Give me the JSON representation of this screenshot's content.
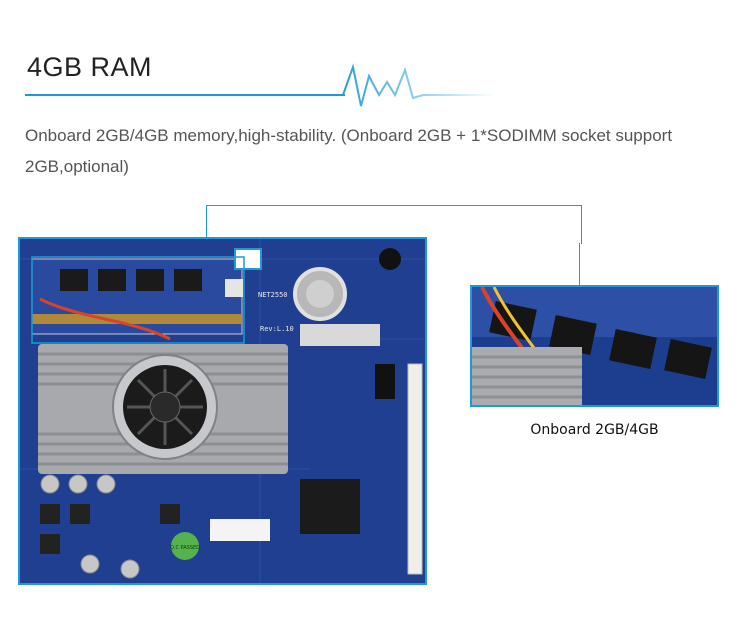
{
  "title": "4GB RAM",
  "description": "Onboard 2GB/4GB memory,high-stability. (Onboard 2GB + 1*SODIMM socket support 2GB,optional)",
  "zoom_caption": "Onboard 2GB/4GB",
  "colors": {
    "accent": "#1e9ad6",
    "pcb": "#1f3f8f",
    "title_text": "#222222",
    "body_text": "#555555"
  },
  "board_markings": {
    "model": "NET2550",
    "revision": "Rev:L.10",
    "qc": "Q.C PASSED"
  }
}
